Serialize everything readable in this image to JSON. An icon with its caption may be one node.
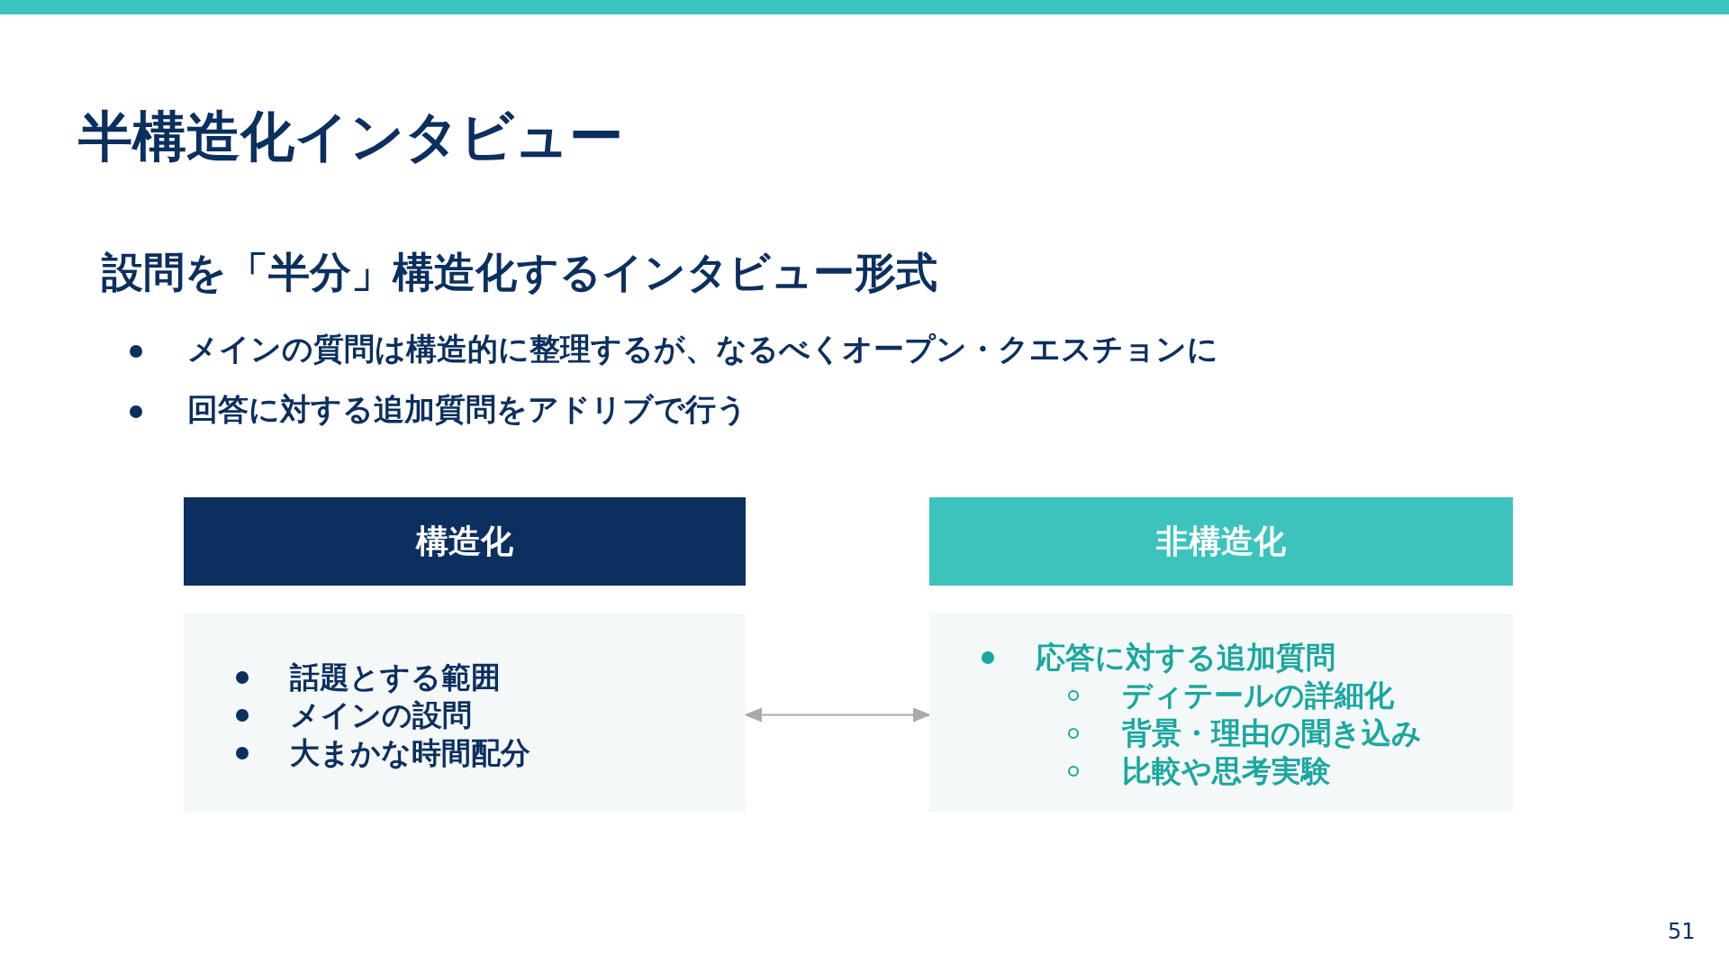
{
  "diagram": {
    "title": "半構造化インタビュー",
    "nodes": [
      {
        "text": [],
        "shape": "bar"
      },
      {
        "text": [
          "構造化"
        ]
      },
      {
        "text": [
          "非構造化"
        ]
      },
      {
        "text": [
          "話題とする範囲",
          "メインの設問",
          "大まかな時間配分"
        ]
      },
      {
        "text": [
          "応答に対する追加質問",
          "ディテールの詳細化",
          "背景・理由の聞き込み",
          "比較や思考実験"
        ]
      }
    ],
    "edges": [
      {
        "from": 3,
        "to": 4,
        "arrow": "both"
      }
    ],
    "labels": [
      "設問を「半分」構造化するインタビュー形式",
      "メインの質問は構造的に整理するが、なるべくオープン・クエスチョンに",
      "回答に対する追加質問をアドリブで行う",
      "51"
    ]
  }
}
